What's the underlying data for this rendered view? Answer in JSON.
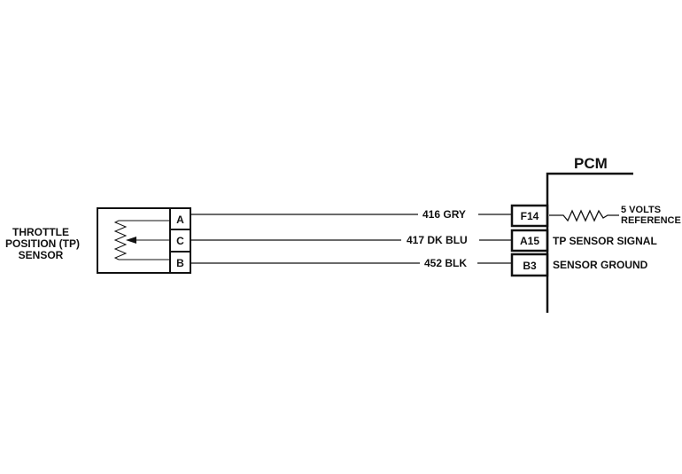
{
  "sensor": {
    "label_lines": [
      "THROTTLE",
      "POSITION (TP)",
      "SENSOR"
    ],
    "pins": [
      "A",
      "C",
      "B"
    ]
  },
  "wires": [
    {
      "label": "416 GRY"
    },
    {
      "label": "417 DK BLU"
    },
    {
      "label": "452 BLK"
    }
  ],
  "pcm": {
    "title": "PCM",
    "pins": [
      "F14",
      "A15",
      "B3"
    ],
    "circuits": [
      "5 VOLTS",
      "REFERENCE",
      "TP SENSOR SIGNAL",
      "SENSOR GROUND"
    ]
  }
}
